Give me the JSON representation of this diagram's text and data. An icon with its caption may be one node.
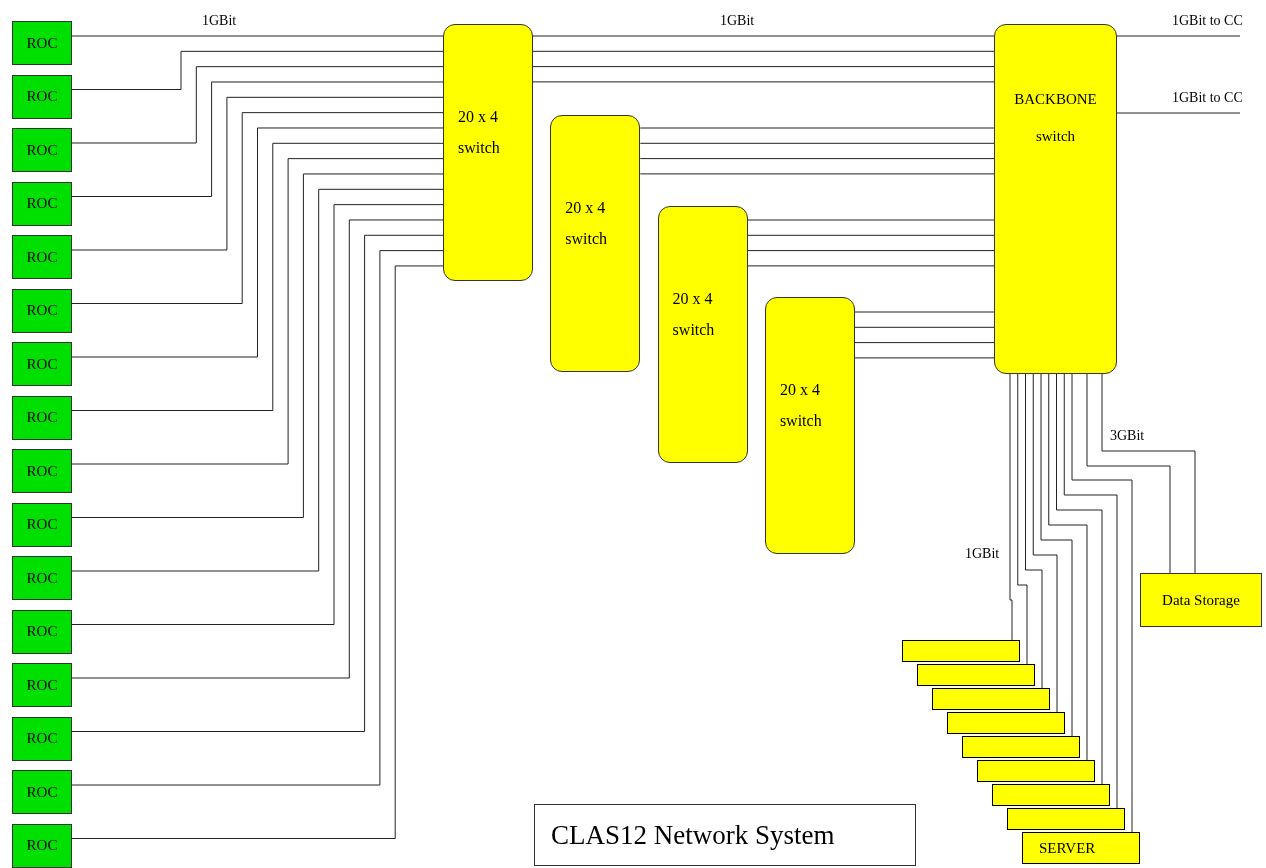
{
  "diagram": {
    "title": "CLAS12 Network System",
    "nodes": [
      {
        "text": [
          "ROC"
        ]
      },
      {
        "text": [
          "ROC"
        ]
      },
      {
        "text": [
          "ROC"
        ]
      },
      {
        "text": [
          "ROC"
        ]
      },
      {
        "text": [
          "ROC"
        ]
      },
      {
        "text": [
          "ROC"
        ]
      },
      {
        "text": [
          "ROC"
        ]
      },
      {
        "text": [
          "ROC"
        ]
      },
      {
        "text": [
          "ROC"
        ]
      },
      {
        "text": [
          "ROC"
        ]
      },
      {
        "text": [
          "ROC"
        ]
      },
      {
        "text": [
          "ROC"
        ]
      },
      {
        "text": [
          "ROC"
        ]
      },
      {
        "text": [
          "ROC"
        ]
      },
      {
        "text": [
          "ROC"
        ]
      },
      {
        "text": [
          "ROC"
        ]
      },
      {
        "text": [
          "20 x 4 switch"
        ]
      },
      {
        "text": [
          "20 x 4 switch"
        ]
      },
      {
        "text": [
          "20 x 4 switch"
        ]
      },
      {
        "text": [
          "20 x 4 switch"
        ]
      },
      {
        "text": [
          "BACKBONE switch"
        ]
      },
      {
        "text": [
          "Data Storage"
        ]
      },
      {
        "text": [],
        "shape": "box"
      },
      {
        "text": [],
        "shape": "box"
      },
      {
        "text": [],
        "shape": "box"
      },
      {
        "text": [],
        "shape": "box"
      },
      {
        "text": [],
        "shape": "box"
      },
      {
        "text": [],
        "shape": "box"
      },
      {
        "text": [],
        "shape": "box"
      },
      {
        "text": [],
        "shape": "box"
      },
      {
        "text": [
          "SERVER"
        ]
      }
    ],
    "edges": [
      {
        "from": 0,
        "to": 16,
        "arrow": "none",
        "label": "1GBit"
      },
      {
        "from": 1,
        "to": 16,
        "arrow": "none"
      },
      {
        "from": 2,
        "to": 16,
        "arrow": "none"
      },
      {
        "from": 3,
        "to": 16,
        "arrow": "none"
      },
      {
        "from": 4,
        "to": 16,
        "arrow": "none"
      },
      {
        "from": 5,
        "to": 16,
        "arrow": "none"
      },
      {
        "from": 6,
        "to": 16,
        "arrow": "none"
      },
      {
        "from": 7,
        "to": 16,
        "arrow": "none"
      },
      {
        "from": 8,
        "to": 16,
        "arrow": "none"
      },
      {
        "from": 9,
        "to": 16,
        "arrow": "none"
      },
      {
        "from": 10,
        "to": 16,
        "arrow": "none"
      },
      {
        "from": 11,
        "to": 16,
        "arrow": "none"
      },
      {
        "from": 12,
        "to": 16,
        "arrow": "none"
      },
      {
        "from": 13,
        "to": 16,
        "arrow": "none"
      },
      {
        "from": 14,
        "to": 16,
        "arrow": "none"
      },
      {
        "from": 15,
        "to": 16,
        "arrow": "none"
      },
      {
        "from": 16,
        "to": 20,
        "arrow": "none",
        "label": "1GBit"
      },
      {
        "from": 16,
        "to": 20,
        "arrow": "none"
      },
      {
        "from": 16,
        "to": 20,
        "arrow": "none"
      },
      {
        "from": 16,
        "to": 20,
        "arrow": "none"
      },
      {
        "from": 17,
        "to": 20,
        "arrow": "none"
      },
      {
        "from": 17,
        "to": 20,
        "arrow": "none"
      },
      {
        "from": 17,
        "to": 20,
        "arrow": "none"
      },
      {
        "from": 17,
        "to": 20,
        "arrow": "none"
      },
      {
        "from": 18,
        "to": 20,
        "arrow": "none"
      },
      {
        "from": 18,
        "to": 20,
        "arrow": "none"
      },
      {
        "from": 18,
        "to": 20,
        "arrow": "none"
      },
      {
        "from": 18,
        "to": 20,
        "arrow": "none"
      },
      {
        "from": 19,
        "to": 20,
        "arrow": "none"
      },
      {
        "from": 19,
        "to": 20,
        "arrow": "none"
      },
      {
        "from": 19,
        "to": 20,
        "arrow": "none"
      },
      {
        "from": 19,
        "to": 20,
        "arrow": "none"
      },
      {
        "from": 20,
        "to": null,
        "arrow": "none",
        "label": "1GBit to CC"
      },
      {
        "from": 20,
        "to": null,
        "arrow": "none",
        "label": "1GBit to CC"
      },
      {
        "from": 20,
        "to": 21,
        "arrow": "none"
      },
      {
        "from": 20,
        "to": 21,
        "arrow": "none",
        "label": "3GBit"
      },
      {
        "from": 20,
        "to": 22,
        "arrow": "none",
        "label": "1GBit"
      },
      {
        "from": 20,
        "to": 23,
        "arrow": "none"
      },
      {
        "from": 20,
        "to": 24,
        "arrow": "none"
      },
      {
        "from": 20,
        "to": 25,
        "arrow": "none"
      },
      {
        "from": 20,
        "to": 26,
        "arrow": "none"
      },
      {
        "from": 20,
        "to": 27,
        "arrow": "none"
      },
      {
        "from": 20,
        "to": 28,
        "arrow": "none"
      },
      {
        "from": 20,
        "to": 29,
        "arrow": "none"
      },
      {
        "from": 20,
        "to": 30,
        "arrow": "none"
      }
    ]
  }
}
